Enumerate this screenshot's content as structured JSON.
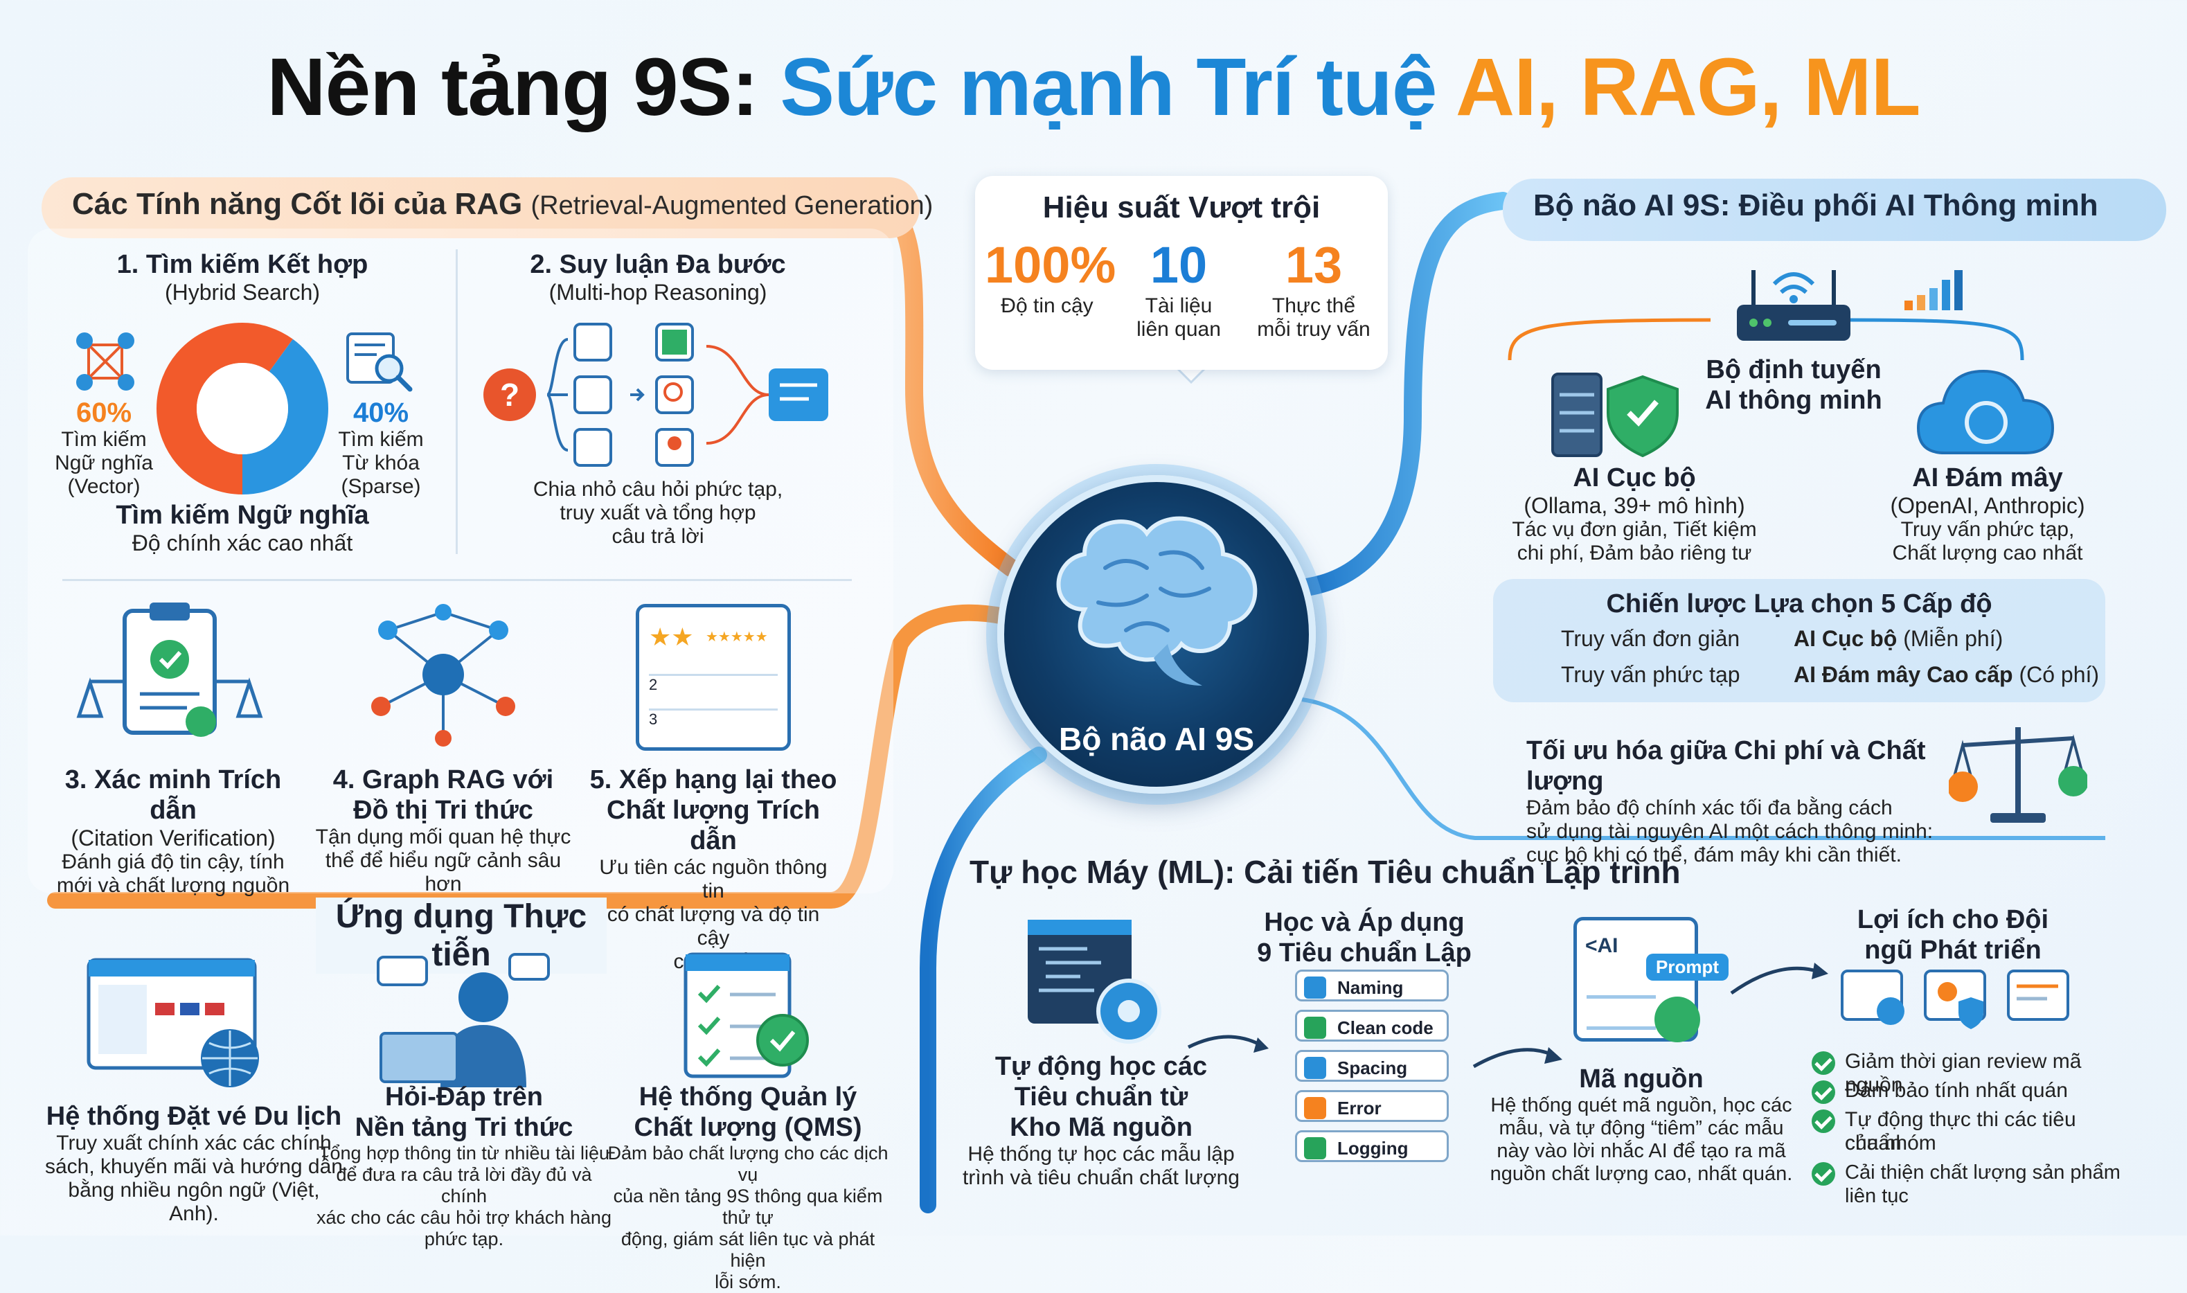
{
  "title": {
    "part1": "Nền tảng 9S:",
    "part2": "Sức mạnh Trí tuệ",
    "part3": "AI, RAG, ML"
  },
  "rag": {
    "heading": "Các Tính năng Cốt lõi của RAG",
    "heading_sub": "(Retrieval-Augmented Generation)",
    "f1": {
      "title": "1. Tìm kiếm Kết hợp",
      "sub": "(Hybrid Search)",
      "left_pct": "60%",
      "left_label": [
        "Tìm kiếm",
        "Ngữ nghĩa",
        "(Vector)"
      ],
      "right_pct": "40%",
      "right_label": [
        "Tìm kiếm",
        "Từ khóa",
        "(Sparse)"
      ],
      "caption_bold": "Tìm kiếm Ngữ nghĩa",
      "caption": "Độ chính xác cao nhất"
    },
    "f2": {
      "title": "2. Suy luận Đa bước",
      "sub": "(Multi-hop Reasoning)",
      "desc": [
        "Chia nhỏ câu hỏi phức tạp,",
        "truy xuất và tổng hợp",
        "câu trả lời"
      ]
    },
    "f3": {
      "title": "3. Xác minh Trích dẫn",
      "sub": "(Citation Verification)",
      "desc": [
        "Đánh giá độ tin cậy, tính",
        "mới và chất lượng nguồn"
      ]
    },
    "f4": {
      "title": [
        "4. Graph RAG với",
        "Đồ thị Tri thức"
      ],
      "desc": [
        "Tận dụng mối quan hệ thực",
        "thể để hiểu ngữ cảnh sâu hơn"
      ]
    },
    "f5": {
      "title": [
        "5. Xếp hạng lại theo",
        "Chất lượng Trích dẫn"
      ],
      "desc": [
        "Ưu tiên các nguồn thông tin",
        "có chất lượng và độ tin cậy",
        "cao nhất"
      ],
      "rank_numbers": [
        "2",
        "3"
      ]
    }
  },
  "apps": {
    "heading": "Ứng dụng Thực tiễn",
    "a1": {
      "title": "Hệ thống Đặt vé Du lịch",
      "desc": [
        "Truy xuất chính xác các chính",
        "sách, khuyến mãi và hướng dẫn",
        "bằng nhiều ngôn ngữ (Việt, Anh)."
      ]
    },
    "a2": {
      "title": [
        "Hỏi-Đáp trên",
        "Nền tảng Tri thức"
      ],
      "desc": [
        "Tổng hợp thông tin từ nhiều tài liệu",
        "để đưa ra câu trả lời đầy đủ và chính",
        "xác cho các câu hỏi trợ khách hàng",
        "phức tạp."
      ]
    },
    "a3": {
      "title": [
        "Hệ thống Quản lý",
        "Chất lượng (QMS)"
      ],
      "desc": [
        "Đảm bảo chất lượng cho các dịch vụ",
        "của nền tảng 9S thông qua kiểm thử tự",
        "động, giám sát liên tục và phát hiện",
        "lỗi sớm."
      ]
    }
  },
  "performance": {
    "heading": "Hiệu suất Vượt trội",
    "stats": [
      {
        "value": "100%",
        "label": [
          "Độ tin cậy"
        ],
        "color": "#f5821f"
      },
      {
        "value": "10",
        "label": [
          "Tài liệu",
          "liên quan"
        ],
        "color": "#1c7ed6"
      },
      {
        "value": "13",
        "label": [
          "Thực thể",
          "mỗi truy vấn"
        ],
        "color": "#f5821f"
      }
    ]
  },
  "brain": {
    "label": "Bộ não AI 9S"
  },
  "ai": {
    "heading": "Bộ não AI 9S: Điều phối AI Thông minh",
    "router": {
      "label": [
        "Bộ định tuyến",
        "AI thông minh"
      ]
    },
    "local": {
      "title": "AI Cục bộ",
      "sub": "(Ollama, 39+ mô hình)",
      "desc": [
        "Tác vụ đơn giản, Tiết kiệm",
        "chi phí, Đảm bảo riêng tư"
      ]
    },
    "cloud": {
      "title": "AI Đám mây",
      "sub": "(OpenAI, Anthropic)",
      "desc": [
        "Truy vấn phức tạp,",
        "Chất lượng cao nhất"
      ]
    },
    "strategy": {
      "heading": "Chiến lược Lựa chọn 5 Cấp độ",
      "rows": [
        {
          "query": "Truy vấn đơn giản",
          "target": "AI Cục bộ",
          "note": "(Miễn phí)"
        },
        {
          "query": "Truy vấn phức tạp",
          "target": "AI Đám mây Cao cấp",
          "note": "(Có phí)"
        }
      ]
    },
    "optimize": {
      "heading": "Tối ưu hóa giữa Chi phí và Chất lượng",
      "desc": [
        "Đảm bảo độ chính xác tối đa bằng cách",
        "sử dụng tài nguyên AI một cách thông minh:",
        "cục bộ khi có thể, đám mây khi cần thiết."
      ]
    }
  },
  "ml": {
    "heading": "Tự học Máy (ML): Cải tiến Tiêu chuẩn Lập trình",
    "s1": {
      "title": [
        "Tự động học các",
        "Tiêu chuẩn từ",
        "Kho Mã nguồn"
      ],
      "desc": [
        "Hệ thống tự học các mẫu lập",
        "trình và tiêu chuẩn chất lượng"
      ]
    },
    "s2": {
      "title": [
        "Học và Áp dụng",
        "9 Tiêu chuẩn Lập trình"
      ],
      "items": [
        {
          "label": "Naming",
          "color": "#2a8fd8"
        },
        {
          "label": "Clean code",
          "color": "#27a35a"
        },
        {
          "label": "Spacing",
          "color": "#2a8fd8"
        },
        {
          "label": "Error handling",
          "color": "#f5821f"
        },
        {
          "label": "Logging",
          "color": "#27a35a"
        }
      ]
    },
    "s3": {
      "title": "Mã nguồn",
      "badge_ai": "<AI",
      "badge_prompt": "Prompt",
      "desc": [
        "Hệ thống quét mã nguồn, học các",
        "mẫu, và tự động “tiêm” các mẫu",
        "này vào lời nhắc AI để tạo ra mã",
        "nguồn chất lượng cao, nhất quán."
      ]
    },
    "s4": {
      "title": [
        "Lợi ích cho Đội",
        "ngũ Phát triển"
      ],
      "items": [
        "Giảm thời gian review mã nguồn",
        "Đảm bảo tính nhất quán",
        "Tự động thực thi các tiêu chuẩn",
        "của nhóm",
        "Cải thiện chất lượng sản phẩm liên tục"
      ]
    }
  },
  "colors": {
    "orange": "#f5821f",
    "blue": "#1c7ed6",
    "green": "#27a35a",
    "navy": "#0f3b66"
  }
}
